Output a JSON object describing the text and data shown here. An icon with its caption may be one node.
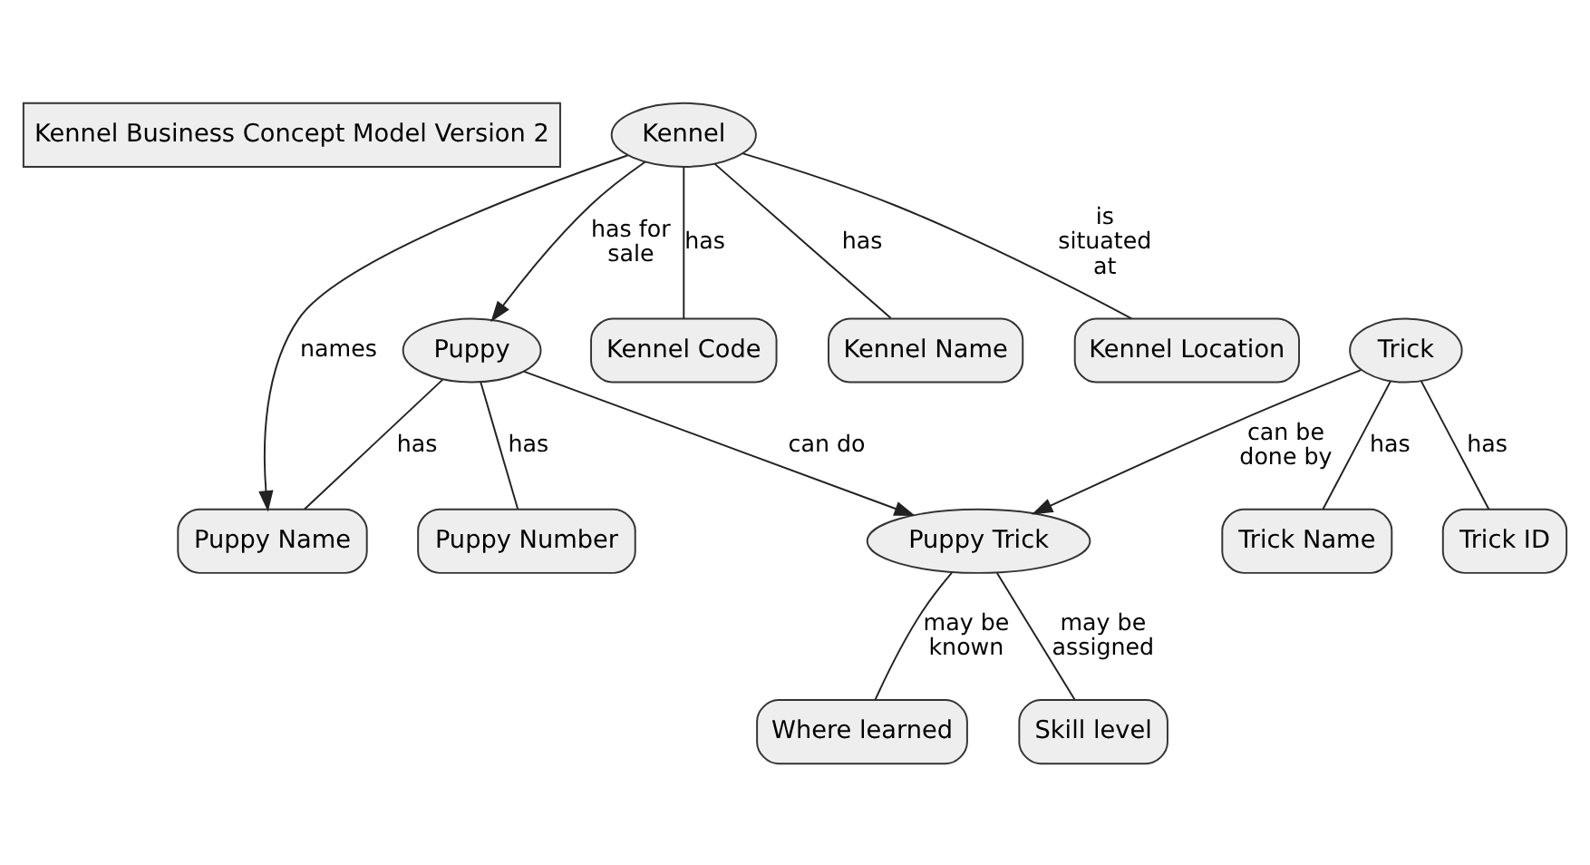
{
  "diagram": {
    "nodes": [
      {
        "text": [
          "Kennel Business Concept Model Version 2"
        ]
      },
      {
        "text": [
          "Puppy"
        ]
      },
      {
        "text": [
          "Kennel"
        ]
      },
      {
        "text": [
          "Puppy Number"
        ]
      },
      {
        "text": [
          "Puppy Name"
        ]
      },
      {
        "text": [
          "Kennel Code"
        ]
      },
      {
        "text": [
          "Kennel Name"
        ]
      },
      {
        "text": [
          "Kennel Location"
        ]
      },
      {
        "text": [
          "Trick"
        ]
      },
      {
        "text": [
          "Puppy Trick"
        ]
      },
      {
        "text": [
          "Trick Name"
        ]
      },
      {
        "text": [
          "Trick ID"
        ]
      },
      {
        "text": [
          "Where learned"
        ]
      },
      {
        "text": [
          "Skill level"
        ]
      }
    ],
    "edges": [
      {
        "from": 2,
        "to": 1,
        "arrow": "to",
        "label": "has for sale"
      },
      {
        "from": 1,
        "to": 3,
        "arrow": "none",
        "label": "has"
      },
      {
        "from": 1,
        "to": 4,
        "arrow": "none",
        "label": "has"
      },
      {
        "from": 1,
        "to": 9,
        "arrow": "to",
        "label": "can do"
      },
      {
        "from": 2,
        "to": 4,
        "arrow": "to",
        "label": "names"
      },
      {
        "from": 2,
        "to": 5,
        "arrow": "none",
        "label": "has"
      },
      {
        "from": 2,
        "to": 6,
        "arrow": "none",
        "label": "has"
      },
      {
        "from": 2,
        "to": 7,
        "arrow": "none",
        "label": "is situated at"
      },
      {
        "from": 8,
        "to": 9,
        "arrow": "to",
        "label": "can be done by"
      },
      {
        "from": 8,
        "to": 10,
        "arrow": "none",
        "label": "has"
      },
      {
        "from": 8,
        "to": 11,
        "arrow": "none",
        "label": "has"
      },
      {
        "from": 9,
        "to": 12,
        "arrow": "none",
        "label": "may be known"
      },
      {
        "from": 9,
        "to": 13,
        "arrow": "none",
        "label": "may be assigned"
      }
    ]
  }
}
